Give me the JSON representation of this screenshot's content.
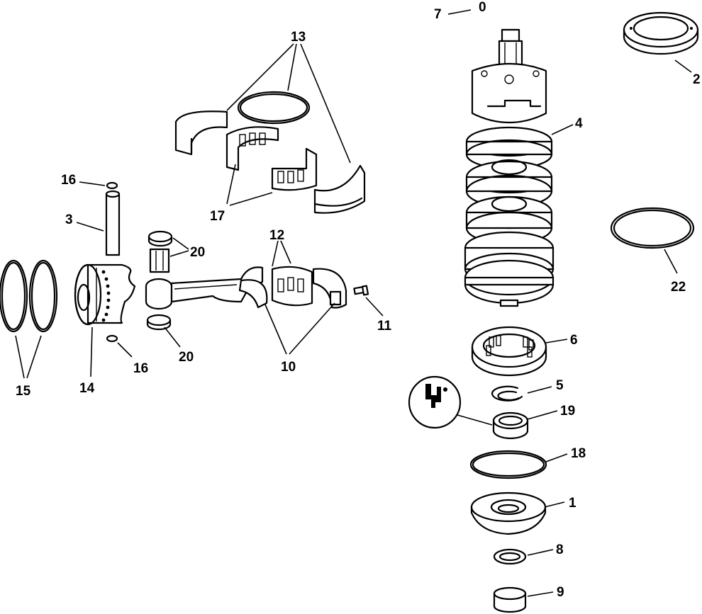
{
  "callouts": {
    "c1": "1",
    "c2": "2",
    "c3": "3",
    "c4": "4",
    "c5": "5",
    "c6": "6",
    "c7": "7",
    "c7b": "0",
    "c8": "8",
    "c9": "9",
    "c10": "10",
    "c11": "11",
    "c12": "12",
    "c13": "13",
    "c14": "14",
    "c15": "15",
    "c16a": "16",
    "c16b": "16",
    "c17": "17",
    "c18": "18",
    "c19": "19",
    "c20a": "20",
    "c20b": "20",
    "c22": "22"
  },
  "colors": {
    "ink": "#000000",
    "paper": "#ffffff"
  }
}
